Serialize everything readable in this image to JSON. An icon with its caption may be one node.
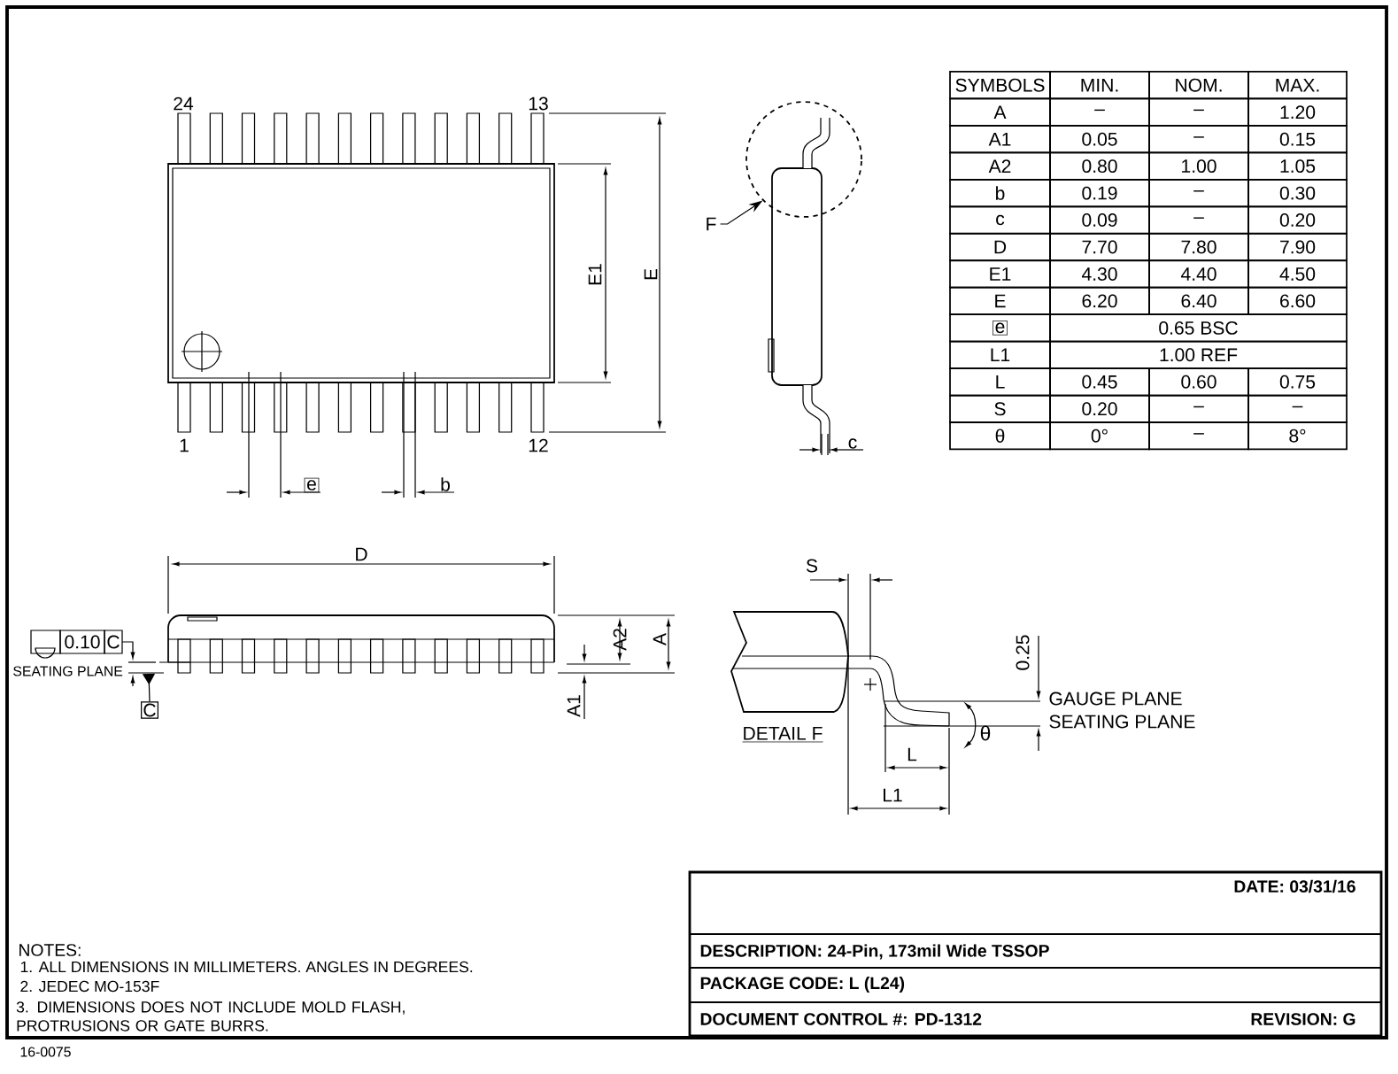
{
  "diagram": {
    "nodes": [
      {
        "text": [
          "F"
        ]
      },
      {
        "text": [],
        "shape": "circle"
      },
      {
        "text": [
          "C"
        ]
      }
    ],
    "edges": [
      {
        "from": 0,
        "to": 1,
        "arrow": "to"
      },
      {
        "from": 2,
        "to": null,
        "arrow": "other"
      }
    ],
    "labels": [
      "24",
      "13",
      "1",
      "12",
      "E1",
      "E",
      "e",
      "b",
      "c",
      "SYMBOLS",
      "MIN.",
      "NOM.",
      "MAX.",
      "A",
      "–",
      "–",
      "1.20",
      "A1",
      "0.05",
      "–",
      "0.15",
      "A2",
      "0.80",
      "1.00",
      "1.05",
      "b",
      "0.19",
      "–",
      "0.30",
      "c",
      "0.09",
      "–",
      "0.20",
      "D",
      "7.70",
      "7.80",
      "7.90",
      "E1",
      "4.30",
      "4.40",
      "4.50",
      "E",
      "6.20",
      "6.40",
      "6.60",
      "e",
      "0.65 BSC",
      "L1",
      "1.00 REF",
      "L",
      "0.45",
      "0.60",
      "0.75",
      "S",
      "0.20",
      "–",
      "–",
      "θ",
      "0°",
      "–",
      "8°",
      "D",
      "0.10",
      "C",
      "SEATING PLANE",
      "A2",
      "A",
      "A1",
      "S",
      "0.25",
      "GAUGE PLANE",
      "SEATING PLANE",
      "DETAIL F",
      "θ",
      "L",
      "L1",
      "DATE: 03/31/16",
      "NOTES:",
      "1. ALL DIMENSIONS IN MILLIMETERS. ANGLES IN DEGREES.",
      "2. JEDEC MO-153F",
      "3. DIMENSIONS DOES NOT INCLUDE MOLD FLASH, PROTRUSIONS OR GATE BURRS.",
      "DESCRIPTION: 24-Pin, 173mil Wide TSSOP",
      "PACKAGE CODE: L (L24)",
      "DOCUMENT CONTROL #: PD-1312",
      "REVISION: G",
      "16-0075"
    ]
  }
}
